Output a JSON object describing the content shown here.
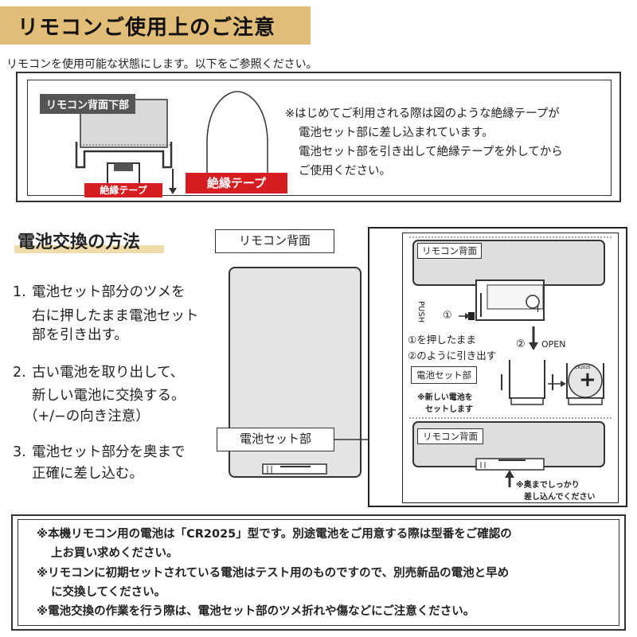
{
  "header": {
    "title": "リモコンご使用上のご注意"
  },
  "intro": "リモコンを使用可能な状態にします。以下をご参照ください。",
  "insulation_section": {
    "remote_bottom_label": "リモコン背面下部",
    "tape_label_small": "絶縁テープ",
    "tape_label_large": "絶縁テープ",
    "note_lines": [
      "※はじめてご利用される際は図のような絶縁テープが",
      "電池セット部に差し込まれています。",
      "電池セット部を引き出して絶縁テープを外してから",
      "ご使用ください。"
    ]
  },
  "method": {
    "title": "電池交換の方法",
    "steps": [
      {
        "num": "1.",
        "lines": [
          "電池セット部分のツメを",
          "右に押したまま電池セット",
          "部を引き出す。"
        ]
      },
      {
        "num": "2.",
        "lines": [
          "古い電池を取り出して、",
          "新しい電池に交換する。",
          "（+/−の向き注意）"
        ]
      },
      {
        "num": "3.",
        "lines": [
          "電池セット部分を奥まで",
          "正確に差し込む。"
        ]
      }
    ],
    "remote_back_label": "リモコン背面",
    "battery_set_label": "電池セット部"
  },
  "diagram": {
    "remote_back_top": "リモコン背面",
    "push_label": "PUSH",
    "circle1": "①",
    "circle2": "② ",
    "open_label": "OPEN",
    "instruction_lines": [
      "①を押したまま",
      "②のように引き出す"
    ],
    "battery_set_label": "電池セット部",
    "new_battery_lines": [
      "※新しい電池を",
      "セットします"
    ],
    "battery_plus": "+",
    "coin_text": "CR2025",
    "remote_back_bottom": "リモコン背面",
    "insert_note_lines": [
      "※奥までしっかり",
      "差し込んでください"
    ]
  },
  "bottom_notes": [
    "※本機リモコン用の電池は「CR2025」型です。別途電池をご用意する際は型番をご確認の",
    "上お買い求めください。",
    "※リモコンに初期セットされている電池はテスト用のものですので、別売新品の電池と早め",
    "に交換してください。",
    "※電池交換の作業を行う際は、電池セット部のツメ折れや傷などにご注意ください。"
  ],
  "colors": {
    "title_bg": "#e2bd77",
    "tape_red": "#d61e22",
    "remote_gray": "#e4e4e4"
  }
}
